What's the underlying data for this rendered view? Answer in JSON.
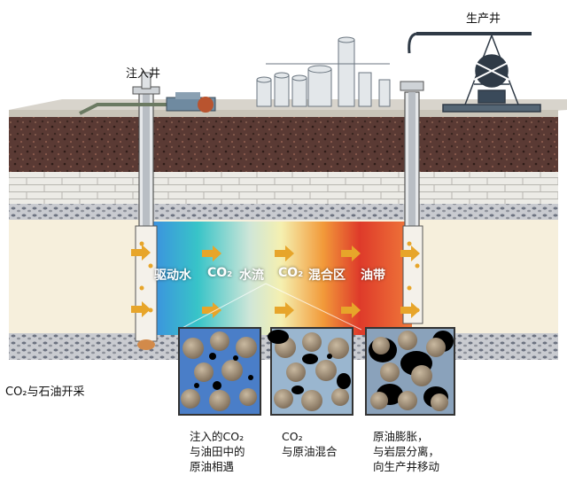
{
  "labels": {
    "injection_well": "注入井",
    "production_well": "生产井",
    "caption_main": "CO₂与石油开采"
  },
  "bands": [
    "驱动水",
    "CO₂",
    "水流",
    "CO₂",
    "混合区",
    "油带"
  ],
  "captions": [
    {
      "lines": [
        "注入的CO₂",
        "与油田中的",
        "原油相遇"
      ]
    },
    {
      "lines": [
        "CO₂",
        "与原油混合"
      ]
    },
    {
      "lines": [
        "原油膨胀，",
        "与岩层分离，",
        "向生产井移动"
      ]
    }
  ],
  "colors": {
    "soil": "#5a3a34",
    "brick": "#ecebe6",
    "sand": "#f6efdc",
    "arrow": "#e7a52a",
    "gradient": [
      "#3c8fe0",
      "#38c4c8",
      "#cfe6d8",
      "#f5f0b0",
      "#f29a3a",
      "#de3a2a",
      "#f07a3a"
    ]
  }
}
